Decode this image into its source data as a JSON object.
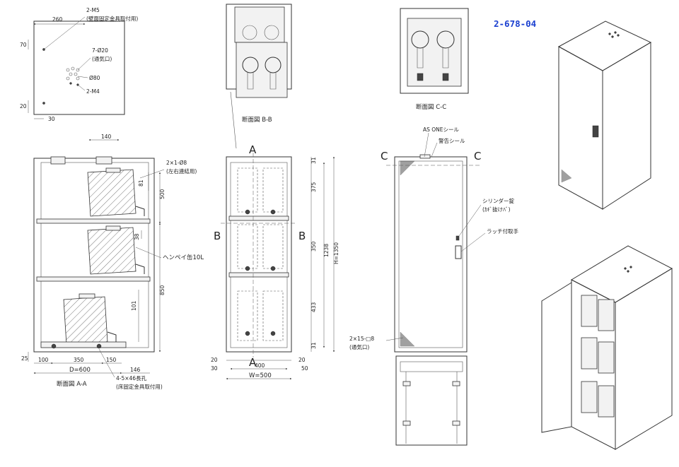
{
  "product_code": "2-678-04",
  "top_view": {
    "mount_label": "2-M5",
    "mount_note": "(壁面固定金具取付用)",
    "vent_label": "7-Ø20",
    "vent_note": "(通気口)",
    "dia_label": "Ø80",
    "m4_label": "2-M4",
    "dim_260": "260",
    "dim_70": "70",
    "dim_20": "20",
    "dim_30": "30"
  },
  "section_aa": {
    "caption": "断面図 A-A",
    "dim_140": "140",
    "hole_label": "2×1-Ø8",
    "hole_note": "(左右連結用)",
    "dim_81": "81",
    "dim_500": "500",
    "dim_38": "38",
    "tank_label": "ヘンペイ缶10L",
    "dim_850": "850",
    "dim_101": "101",
    "dim_25": "25",
    "dim_100": "100",
    "dim_350": "350",
    "dim_150": "150",
    "dim_d": "D=600",
    "dim_146": "146",
    "slot_label": "4-5×46長孔",
    "slot_note": "(床固定金具取付用)"
  },
  "section_bb": {
    "caption": "断面図 B-B"
  },
  "section_cc": {
    "caption": "断面図 C-C"
  },
  "front_view": {
    "mark_a": "A",
    "mark_b": "B",
    "dim_31": "31",
    "dim_375": "375",
    "dim_350": "350",
    "dim_1238": "1238",
    "dim_h": "H=1350",
    "dim_433": "433",
    "dim_20": "20",
    "dim_30": "30",
    "dim_400": "400",
    "dim_50": "50",
    "dim_w": "W=500"
  },
  "side_view": {
    "mark_c": "C",
    "asone_label": "AS ONEシール",
    "warning_label": "警告シール",
    "cylinder_label": "シリンダー錠",
    "cylinder_note": "(ｶｷﾞ抜けﾊﾞ)",
    "latch_label": "ラッチ付取手",
    "vent_label": "2×15-□8",
    "vent_note": "(通気口)"
  },
  "colors": {
    "code_blue": "#1a3fd0",
    "line": "#333333"
  }
}
